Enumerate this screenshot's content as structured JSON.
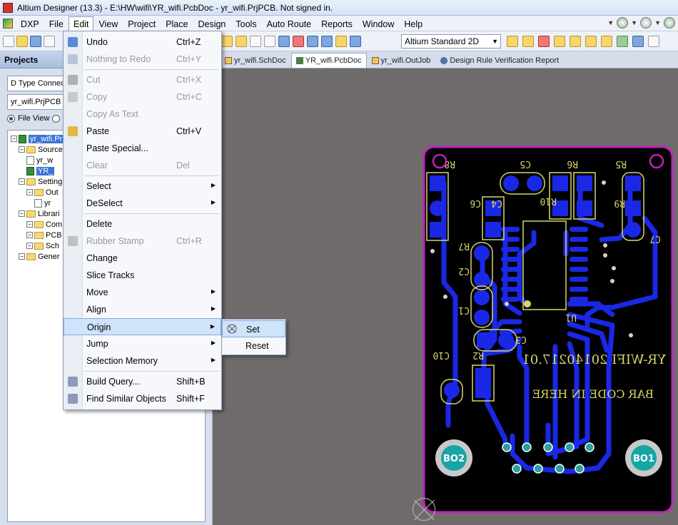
{
  "window": {
    "title": "Altium Designer (13.3) - E:\\HW\\wifi\\YR_wifi.PcbDoc - yr_wifi.PrjPCB. Not signed in."
  },
  "menubar": {
    "items": [
      "DXP",
      "File",
      "Edit",
      "View",
      "Project",
      "Place",
      "Design",
      "Tools",
      "Auto Route",
      "Reports",
      "Window",
      "Help"
    ]
  },
  "toolbar": {
    "view_combo": "Altium Standard 2D"
  },
  "panel": {
    "title": "Projects",
    "workspace_field": "D Type Connec",
    "project_field": "yr_wifi.PrjPCB",
    "file_view_label": "File View",
    "tree": [
      {
        "label": "yr_wifi.Pr",
        "indent": 0,
        "kind": "project",
        "selected": true
      },
      {
        "label": "Source",
        "indent": 1,
        "kind": "folder"
      },
      {
        "label": "yr_w",
        "indent": 2,
        "kind": "file"
      },
      {
        "label": "YR_",
        "indent": 2,
        "kind": "pcb",
        "selected": true
      },
      {
        "label": "Setting",
        "indent": 1,
        "kind": "folder"
      },
      {
        "label": "Out",
        "indent": 2,
        "kind": "folder"
      },
      {
        "label": "yr",
        "indent": 3,
        "kind": "file"
      },
      {
        "label": "Librari",
        "indent": 1,
        "kind": "folder"
      },
      {
        "label": "Com",
        "indent": 2,
        "kind": "folder"
      },
      {
        "label": "PCB",
        "indent": 2,
        "kind": "folder"
      },
      {
        "label": "Sch",
        "indent": 2,
        "kind": "folder"
      },
      {
        "label": "Gener",
        "indent": 1,
        "kind": "folder"
      }
    ]
  },
  "tabs": [
    {
      "label": "yr_wifi.SchDoc",
      "icon": "sch"
    },
    {
      "label": "YR_wifi.PcbDoc",
      "icon": "pcb",
      "active": true
    },
    {
      "label": "yr_wifi.OutJob",
      "icon": "sch"
    },
    {
      "label": "Design Rule Verification Report",
      "icon": "rep"
    }
  ],
  "edit_menu": {
    "items": [
      {
        "label": "Undo",
        "shortcut": "Ctrl+Z",
        "enabled": true,
        "icon": "undo-icon"
      },
      {
        "label": "Nothing to Redo",
        "shortcut": "Ctrl+Y",
        "enabled": false,
        "icon": "redo-icon"
      },
      {
        "sep": true
      },
      {
        "label": "Cut",
        "shortcut": "Ctrl+X",
        "enabled": false,
        "icon": "scissors-icon"
      },
      {
        "label": "Copy",
        "shortcut": "Ctrl+C",
        "enabled": false,
        "icon": "copy-icon"
      },
      {
        "label": "Copy As Text",
        "shortcut": "",
        "enabled": false
      },
      {
        "label": "Paste",
        "shortcut": "Ctrl+V",
        "enabled": true,
        "icon": "paste-icon"
      },
      {
        "label": "Paste Special...",
        "shortcut": "",
        "enabled": true
      },
      {
        "label": "Clear",
        "shortcut": "Del",
        "enabled": false
      },
      {
        "sep": true
      },
      {
        "label": "Select",
        "shortcut": "",
        "enabled": true,
        "submenu": true
      },
      {
        "label": "DeSelect",
        "shortcut": "",
        "enabled": true,
        "submenu": true
      },
      {
        "sep": true
      },
      {
        "label": "Delete",
        "shortcut": "",
        "enabled": true
      },
      {
        "label": "Rubber Stamp",
        "shortcut": "Ctrl+R",
        "enabled": false,
        "icon": "stamp-icon"
      },
      {
        "label": "Change",
        "shortcut": "",
        "enabled": true
      },
      {
        "label": "Slice Tracks",
        "shortcut": "",
        "enabled": true
      },
      {
        "label": "Move",
        "shortcut": "",
        "enabled": true,
        "submenu": true
      },
      {
        "label": "Align",
        "shortcut": "",
        "enabled": true,
        "submenu": true
      },
      {
        "label": "Origin",
        "shortcut": "",
        "enabled": true,
        "submenu": true,
        "highlighted": true
      },
      {
        "label": "Jump",
        "shortcut": "",
        "enabled": true,
        "submenu": true
      },
      {
        "label": "Selection Memory",
        "shortcut": "",
        "enabled": true,
        "submenu": true
      },
      {
        "sep": true
      },
      {
        "label": "Build Query...",
        "shortcut": "Shift+B",
        "enabled": true,
        "icon": "query-icon"
      },
      {
        "label": "Find Similar Objects",
        "shortcut": "Shift+F",
        "enabled": true,
        "icon": "filter-icon"
      }
    ]
  },
  "origin_submenu": {
    "items": [
      {
        "label": "Set",
        "highlighted": true,
        "icon": "origin-icon"
      },
      {
        "label": "Reset"
      }
    ]
  },
  "pcb": {
    "designators": [
      "R8",
      "C5",
      "R6",
      "R5",
      "C6",
      "C4",
      "R10",
      "R9",
      "C7",
      "R7",
      "C2",
      "C1",
      "U1",
      "C3",
      "C10",
      "R2"
    ],
    "silk_text_1": "YR-WIFI 20140217.01",
    "silk_text_2": "BAR CODE IN HERE",
    "mount_hole_left": "BO2",
    "mount_hole_right": "BO1",
    "colors": {
      "board": "#000000",
      "outline": "#c020c0",
      "copper": "#1a28e6",
      "silk": "#d9d66a",
      "background": "#6f6b6b"
    }
  }
}
